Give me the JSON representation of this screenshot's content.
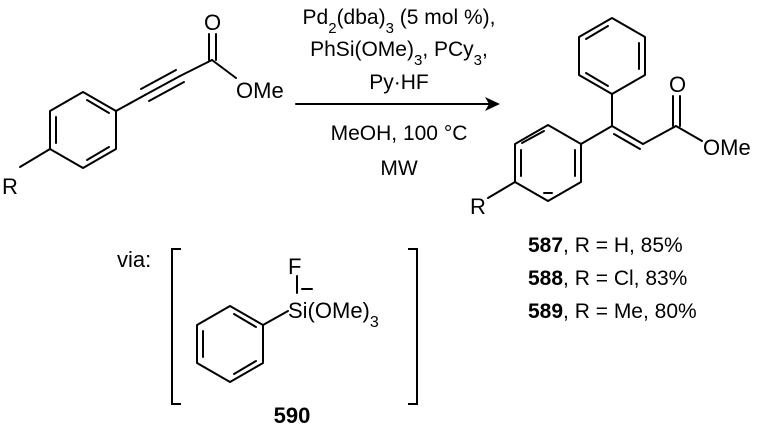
{
  "conditions": {
    "line1": {
      "main": "Pd",
      "sub1": "2",
      "mid": "(dba)",
      "sub2": "3",
      "tail": " (5 mol %),"
    },
    "line2": {
      "main": "PhSi(OMe)",
      "sub1": "3",
      "tail": ", PCy",
      "sub2": "3",
      "end": ","
    },
    "line3": "Py·HF",
    "line4": "MeOH, 100 °C",
    "line5": "MW"
  },
  "reactant": {
    "carbonyl_o": "O",
    "ester_label": "OMe",
    "substituent": "R"
  },
  "product": {
    "carbonyl_o": "O",
    "ester_label": "OMe",
    "substituent": "R"
  },
  "results": [
    {
      "compound": "587",
      "rest": ", R = H, 85%"
    },
    {
      "compound": "588",
      "rest": ", R = Cl, 83%"
    },
    {
      "compound": "589",
      "rest": ", R = Me, 80%"
    }
  ],
  "intermediate": {
    "prefix": "via:",
    "fluorine": "F",
    "silicon_main": "Si(OMe)",
    "silicon_sub": "3",
    "compound": "590"
  }
}
